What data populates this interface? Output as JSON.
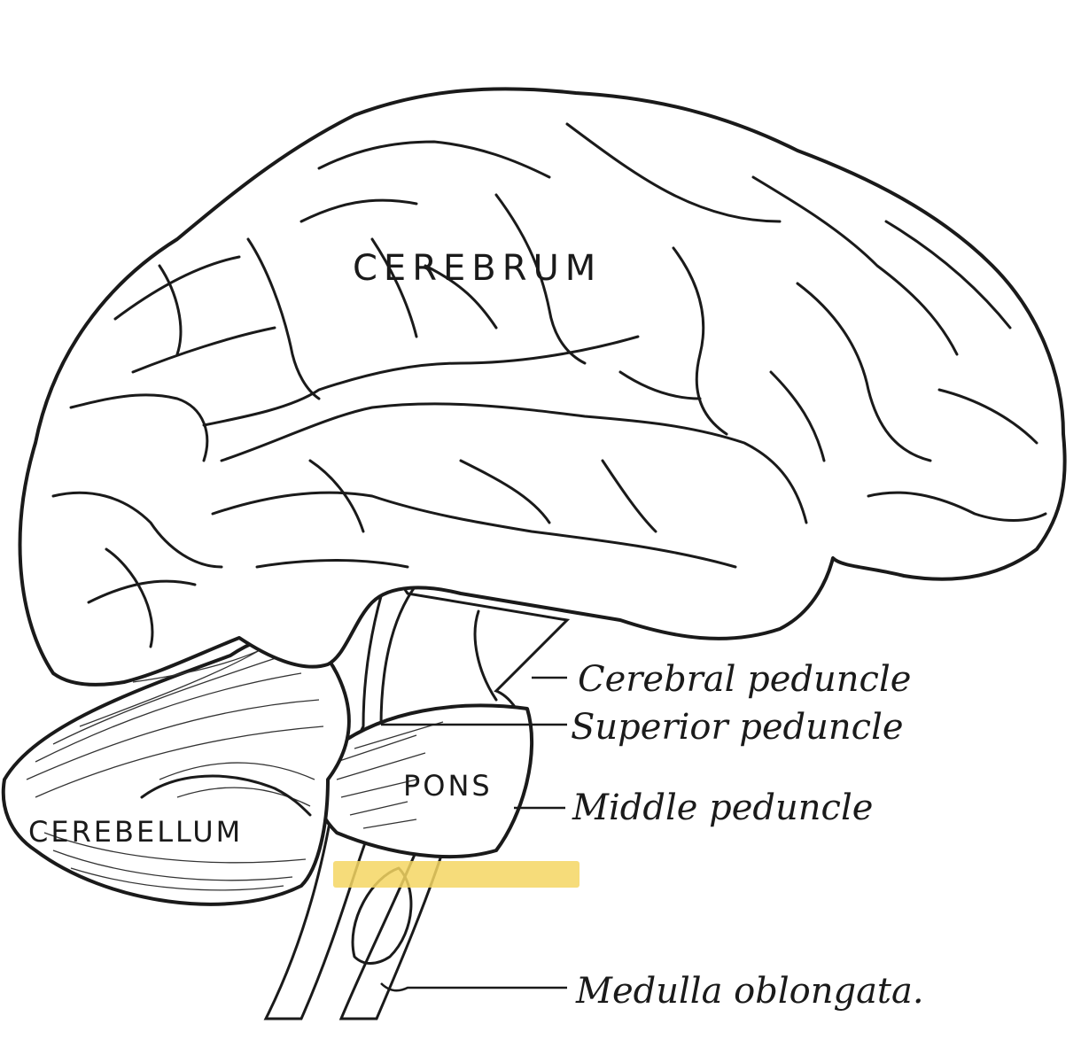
{
  "labels": {
    "cerebrum": "CEREBRUM",
    "cerebellum": "CEREBELLUM",
    "pons": "PONS",
    "cerebral_peduncle": "Cerebral peduncle",
    "superior_peduncle": "Superior peduncle",
    "middle_peduncle": "Middle peduncle",
    "medulla_oblongata": "Medulla oblongata."
  },
  "colors": {
    "ink": "#1a1a1a",
    "highlight": "#f4d663",
    "background": "#ffffff"
  }
}
